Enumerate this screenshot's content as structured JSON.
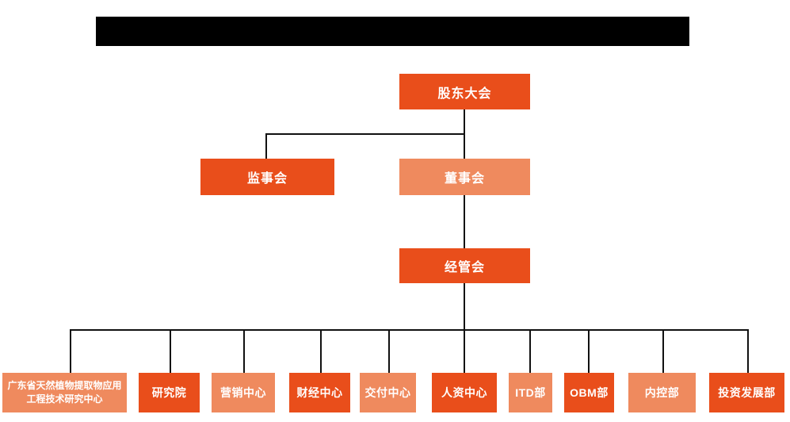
{
  "colors": {
    "node_primary": "#E94E1B",
    "node_secondary": "#EF8A5E",
    "connector": "#111111",
    "redacted_bar": "#000000",
    "node_text": "#FFFFFF",
    "background": "#FFFFFF"
  },
  "org_chart": {
    "type": "organization-chart",
    "title_bar": {
      "redacted": true,
      "text": ""
    },
    "nodes": {
      "shareholders": {
        "label": "股东大会",
        "variant": "primary"
      },
      "supervisory": {
        "label": "监事会",
        "variant": "primary"
      },
      "board": {
        "label": "董事会",
        "variant": "secondary"
      },
      "management": {
        "label": "经管会",
        "variant": "primary"
      }
    },
    "departments": [
      {
        "label": "广东省天然植物提取物应用工程技术研究中心",
        "variant": "secondary"
      },
      {
        "label": "研究院",
        "variant": "primary"
      },
      {
        "label": "营销中心",
        "variant": "secondary"
      },
      {
        "label": "财经中心",
        "variant": "primary"
      },
      {
        "label": "交付中心",
        "variant": "secondary"
      },
      {
        "label": "人资中心",
        "variant": "primary"
      },
      {
        "label": "ITD部",
        "variant": "secondary"
      },
      {
        "label": "OBM部",
        "variant": "primary"
      },
      {
        "label": "内控部",
        "variant": "secondary"
      },
      {
        "label": "投资发展部",
        "variant": "primary"
      }
    ],
    "edges": [
      [
        "股东大会",
        "监事会"
      ],
      [
        "股东大会",
        "董事会"
      ],
      [
        "董事会",
        "经管会"
      ],
      [
        "经管会",
        "广东省天然植物提取物应用工程技术研究中心"
      ],
      [
        "经管会",
        "研究院"
      ],
      [
        "经管会",
        "营销中心"
      ],
      [
        "经管会",
        "财经中心"
      ],
      [
        "经管会",
        "交付中心"
      ],
      [
        "经管会",
        "人资中心"
      ],
      [
        "经管会",
        "ITD部"
      ],
      [
        "经管会",
        "OBM部"
      ],
      [
        "经管会",
        "内控部"
      ],
      [
        "经管会",
        "投资发展部"
      ]
    ]
  }
}
